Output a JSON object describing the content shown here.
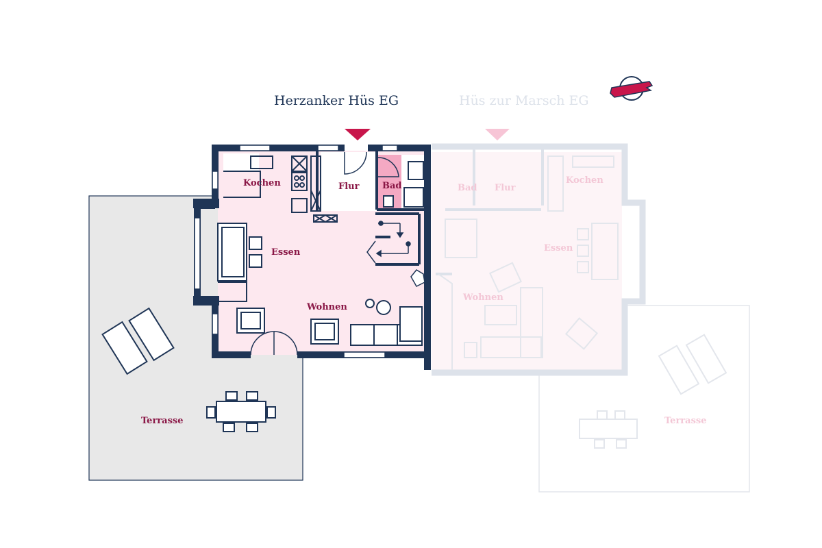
{
  "titles": {
    "left_house": "Herzanker Hüs EG",
    "right_house": "Hüs zur Marsch EG"
  },
  "rooms_left": {
    "kochen": "Kochen",
    "flur": "Flur",
    "bad": "Bad",
    "essen": "Essen",
    "wohnen": "Wohnen",
    "terrasse": "Terrasse"
  },
  "rooms_right": {
    "bad": "Bad",
    "flur": "Flur",
    "kochen": "Kochen",
    "essen": "Essen",
    "wohnen": "Wohnen",
    "terrasse": "Terrasse"
  },
  "colors": {
    "wall": "#1f3556",
    "accent": "#c8164b",
    "room_fill": "#fde8ef",
    "bath_fill": "#f4a9c3",
    "terrace_fill": "#e8e8e8",
    "faded_wall": "#dde2ea",
    "room_label": "#8a1746"
  },
  "icons": [
    "entrance-arrow-icon",
    "logo-emblem-icon",
    "door-swing-icon",
    "stair-icon"
  ]
}
